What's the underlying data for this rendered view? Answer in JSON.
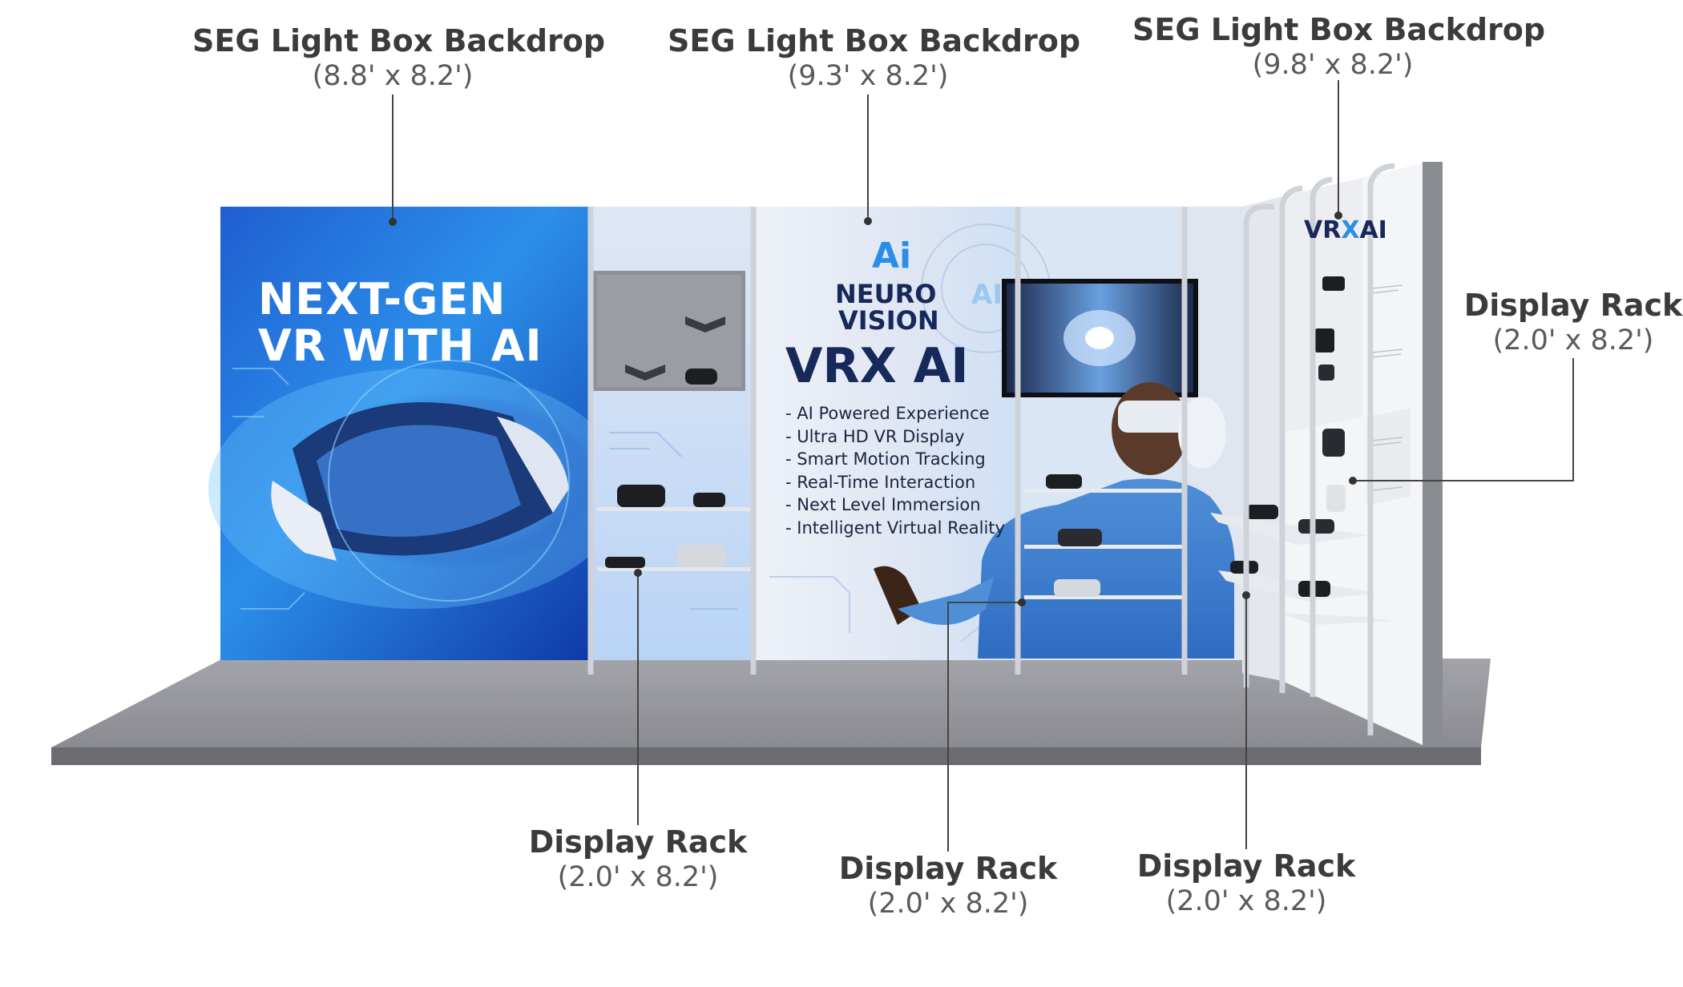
{
  "callouts": {
    "backdrop_left": {
      "title": "SEG Light Box Backdrop",
      "dims": "(8.8' x 8.2')"
    },
    "backdrop_center": {
      "title": "SEG Light Box Backdrop",
      "dims": "(9.3' x 8.2')"
    },
    "backdrop_right": {
      "title": "SEG Light Box Backdrop",
      "dims": "(9.8' x 8.2')"
    },
    "rack_side": {
      "title": "Display Rack",
      "dims": "(2.0' x 8.2')"
    },
    "rack_1": {
      "title": "Display Rack",
      "dims": "(2.0' x 8.2')"
    },
    "rack_2": {
      "title": "Display Rack",
      "dims": "(2.0' x 8.2')"
    },
    "rack_3": {
      "title": "Display Rack",
      "dims": "(2.0' x 8.2')"
    }
  },
  "graphics": {
    "left_headline_1": "NEXT-GEN",
    "left_headline_2": "VR WITH AI",
    "ai_mark": "Ai",
    "brand_line_1": "NEURO",
    "brand_line_2": "VISION",
    "product_vrx": "VRX",
    "product_ai": "AI",
    "ai_badge": "AI",
    "side_logo_vr": "VR",
    "side_logo_x": "X",
    "side_logo_ai": "AI",
    "features": [
      "- AI Powered Experience",
      "- Ultra HD VR Display",
      "- Smart Motion Tracking",
      "- Real-Time Interaction",
      "- Next Level Immersion",
      "- Intelligent Virtual Reality"
    ]
  },
  "colors": {
    "accent_blue": "#2b8de6",
    "navy": "#17285a",
    "label_text": "#3b3b3b",
    "floor": "#8c8d93"
  }
}
